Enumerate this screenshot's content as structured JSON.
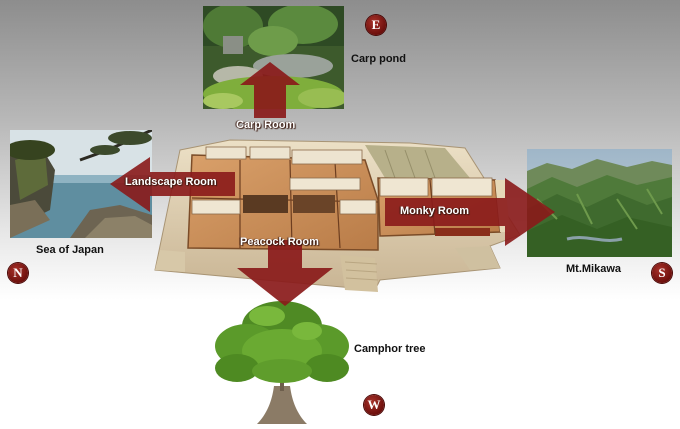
{
  "compass": {
    "east": "E",
    "north": "N",
    "south": "S",
    "west": "W"
  },
  "rooms": {
    "carp": "Carp Room",
    "landscape": "Landscape Room",
    "monky": "Monky Room",
    "peacock": "Peacock Room"
  },
  "views": {
    "carp_pond": "Carp pond",
    "sea": "Sea of Japan",
    "mountain": "Mt.Mikawa",
    "tree": "Camphor tree"
  },
  "colors": {
    "arrow": "#8a1a1a",
    "badge": "#7a1410",
    "floor": "#c98f5a",
    "base": "#e2d3b4"
  }
}
